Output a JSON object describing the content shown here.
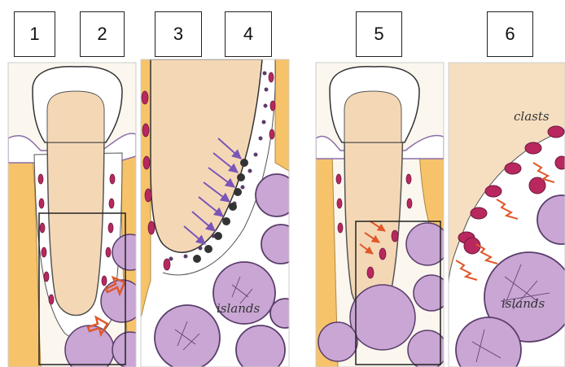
{
  "numbers": [
    "1",
    "2",
    "3",
    "4",
    "5",
    "6"
  ],
  "labels": {
    "islands_panel2": "islands",
    "islands_panel4": "islands",
    "clasts": "clasts"
  },
  "colors": {
    "bone": "#f6c36a",
    "root": "#f4d8b6",
    "enamel": "#ffffff",
    "islands": "#c9a6d4",
    "cells": "#b8285f",
    "arrows": "#7a55b8",
    "clast_arrows": "#e0572a"
  }
}
